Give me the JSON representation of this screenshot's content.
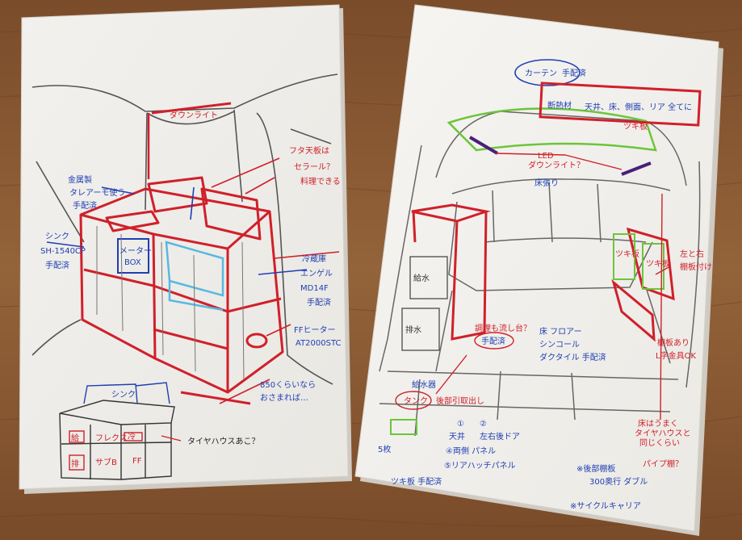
{
  "colors": {
    "table": "#8a5a33",
    "table_dark": "#6e4424",
    "paper": "#f4f3f0",
    "paper_shadow": "#d9d6d0",
    "pencil": "#4a4a4a",
    "red": "#d0202a",
    "blue": "#1f3fb3",
    "green": "#6cc53a",
    "purple": "#4a1f7a",
    "cyan": "#5ab8e0"
  },
  "left_sheet": {
    "labels": {
      "downlight": "ダウンライト",
      "top_board": "フタ天板は",
      "top_board_2": "セラール？",
      "top_board_3": "料理できる",
      "metal": "金属製",
      "metal_2": "タレアーモ使う",
      "metal_3": "手配済",
      "sink": "シンク",
      "sink_model": "SH-1540CP",
      "sink_status": "手配済",
      "meter_box": "メーター",
      "meter_box_2": "BOX",
      "fridge": "冷蔵庫",
      "fridge_brand": "エンゲル",
      "fridge_model": "MD14F",
      "fridge_status": "手配済",
      "ff_heater": "FFヒーター",
      "ff_model": "AT2000STC",
      "width_note": "850くらいなら",
      "width_note_2": "おさまれば…",
      "tire_note": "タイヤハウスあこ？",
      "inset_sink": "シンク",
      "inset_flex": "フレクス",
      "inset_cold": "冷",
      "inset_left1": "給",
      "inset_left2": "排",
      "inset_sub": "サブB",
      "inset_ff": "FF"
    }
  },
  "right_sheet": {
    "labels": {
      "curtain": "カーテン",
      "curtain_status": "手配済",
      "insulation": "断熱材",
      "insulation_detail": "天井、床、側面、リア 全てに",
      "board": "ツキ板",
      "led": "LED",
      "led_2": "ダウンライト？",
      "rear_seat": "床張り",
      "water_supply": "給水",
      "water_drain": "排水",
      "floor": "床 フロアー",
      "floor_2": "シンコール",
      "floor_3": "ダクタイル 手配済",
      "kitchen_note": "調理も流し台？",
      "kitchen_note_2": "手配済",
      "side_board": "ツキ板",
      "side_board_2": "ツキ板",
      "side_note": "左と右",
      "side_note_2": "棚板付け",
      "side_note_3": "棚板あり",
      "side_note_4": "L字金具OK",
      "tank": "タンク",
      "tank_2": "給水器",
      "order_title": "後部引取出し",
      "order_1": "①",
      "order_2": "②",
      "order_3": "天井",
      "order_4": "左右後ドア",
      "order_5": "④両側 パネル",
      "order_6": "⑤リアハッチパネル",
      "five": "5枚",
      "board_status": "ツキ板 手配済",
      "tire_left": "床はうまく",
      "tire_left_2": "タイヤハウスと",
      "tire_left_3": "同じくらい",
      "pipe": "パイプ棚？",
      "rear_shelf": "※後部棚板",
      "rear_shelf_2": "300奥行 ダブル",
      "cycle": "※サイクルキャリア"
    }
  }
}
